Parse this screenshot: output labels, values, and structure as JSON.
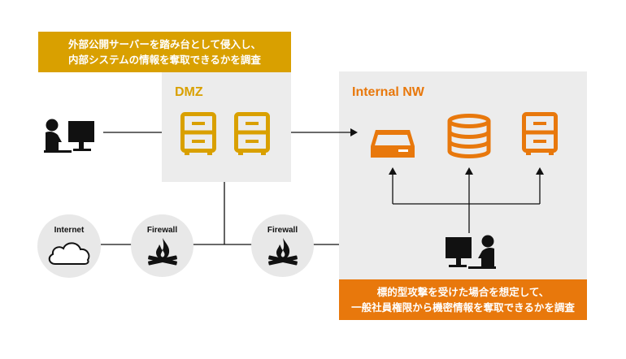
{
  "colors": {
    "dmz_accent": "#d9a000",
    "internal_accent": "#e8780c",
    "zone_background": "#ececec",
    "node_circle": "#e8e8e8",
    "line": "#111111"
  },
  "dmz_note": {
    "line1": "外部公開サーバーを踏み台として侵入し、",
    "line2": "内部システムの情報を奪取できるかを調査"
  },
  "dmz": {
    "label": "DMZ",
    "servers": [
      "file-cabinet-icon",
      "file-cabinet-icon"
    ]
  },
  "internal": {
    "label": "Internal NW",
    "devices": [
      "network-device-icon",
      "database-icon",
      "file-cabinet-icon"
    ]
  },
  "internal_note": {
    "line1": "標的型攻撃を受けた場合を想定して、",
    "line2": "一般社員権限から機密情報を奪取できるかを調査"
  },
  "nodes": {
    "internet": {
      "label": "Internet",
      "icon": "cloud-icon"
    },
    "firewall_left": {
      "label": "Firewall",
      "icon": "campfire-icon"
    },
    "firewall_right": {
      "label": "Firewall",
      "icon": "campfire-icon"
    }
  },
  "actors": {
    "attacker": "person-at-computer-icon",
    "employee": "person-at-computer-icon"
  }
}
